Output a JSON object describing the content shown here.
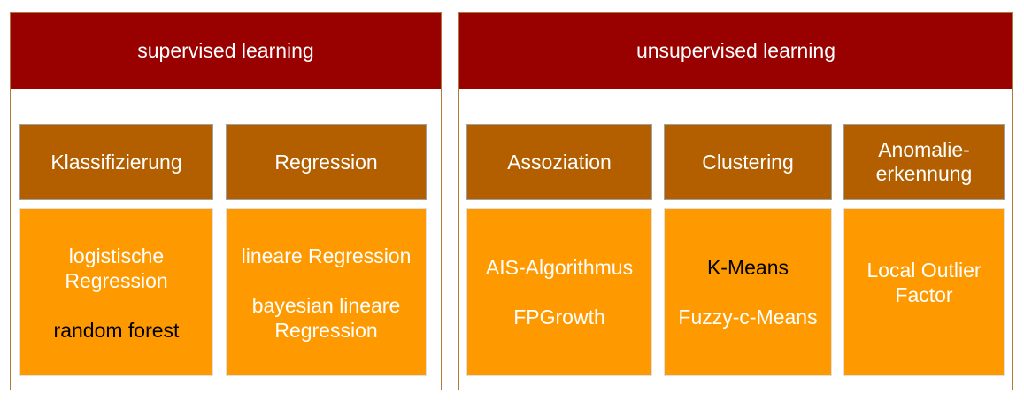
{
  "supervised": {
    "title": "supervised learning",
    "categories": [
      {
        "label": "Klassifizierung",
        "algorithms": [
          "logistische Regression",
          "random forest"
        ]
      },
      {
        "label": "Regression",
        "algorithms": [
          "lineare Regression",
          "bayesian lineare Regression"
        ]
      }
    ]
  },
  "unsupervised": {
    "title": "unsupervised learning",
    "categories": [
      {
        "label": "Assoziation",
        "algorithms": [
          "AIS-Algorithmus",
          "FPGrowth"
        ]
      },
      {
        "label": "Clustering",
        "algorithms": [
          "K-Means",
          "Fuzzy-c-Means"
        ]
      },
      {
        "label": "Anomalie-erkennung",
        "label_lines": [
          "Anomalie-",
          "erkennung"
        ],
        "algorithms": [
          "Local Outlier Factor"
        ]
      }
    ]
  },
  "colors": {
    "header": "#990000",
    "category": "#b35f00",
    "algorithm": "#ff9900",
    "border": "#b07a3a"
  }
}
